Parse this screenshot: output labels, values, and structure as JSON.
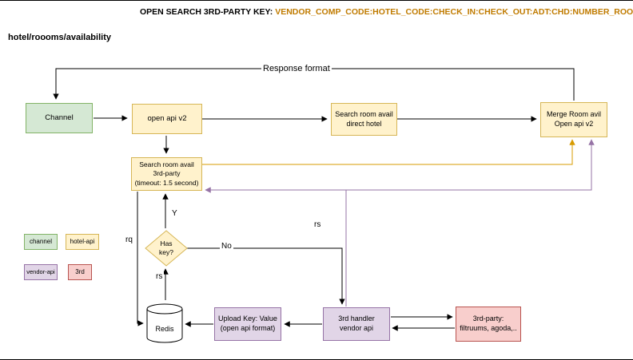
{
  "title": {
    "prefix": "OPEN SEARCH 3RD-PARTY KEY: ",
    "key": "VENDOR_COMP_CODE:HOTEL_CODE:CHECK_IN:CHECK_OUT:ADT:CHD:NUMBER_ROOMS"
  },
  "endpoint": "hotel/roooms/availability",
  "nodes": {
    "channel": {
      "label": "Channel"
    },
    "open_api": {
      "label": "open api v2"
    },
    "search_direct": {
      "label": "Search room avail\ndirect hotel"
    },
    "merge": {
      "label": "Merge Room avil\nOpen api v2"
    },
    "search_3rd": {
      "label": "Search room avail\n3rd-party\n(timeout: 1.5 second)"
    },
    "has_key": {
      "label": "Has\nkey?"
    },
    "redis": {
      "label": "Redis"
    },
    "upload": {
      "label": "Upload Key: Value\n(open api format)"
    },
    "handler": {
      "label": "3rd handler\nvendor api"
    },
    "third_party": {
      "label": "3rd-party:\nfiltruums, agoda,.."
    }
  },
  "edge_labels": {
    "response_format": "Response format",
    "yes": "Y",
    "no": "No",
    "rq": "rq",
    "rs_redis": "rs",
    "rs_vendor": "rs"
  },
  "legend": [
    {
      "label": "channel",
      "color": "#d5e8d4",
      "border": "#82b366"
    },
    {
      "label": "hotel-api",
      "color": "#fff2cc",
      "border": "#d6b656"
    },
    {
      "label": "vendor-api",
      "color": "#e1d5e7",
      "border": "#9673a6"
    },
    {
      "label": "3rd",
      "color": "#f8cecc",
      "border": "#b85450"
    }
  ],
  "colors": {
    "default_flow": "#000000",
    "hotel_flow": "#d79b00",
    "vendor_flow": "#9673a6",
    "title_key": "#c07b00"
  }
}
